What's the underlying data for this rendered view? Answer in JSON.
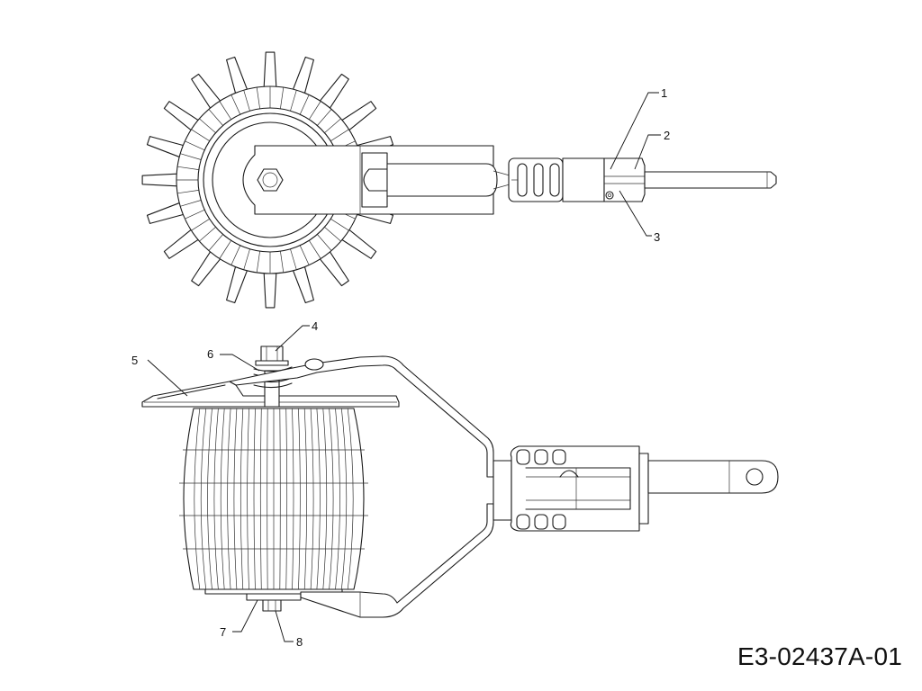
{
  "drawing_code": "E3-02437A-01",
  "callouts": [
    "1",
    "2",
    "3",
    "4",
    "5",
    "6",
    "7",
    "8"
  ]
}
